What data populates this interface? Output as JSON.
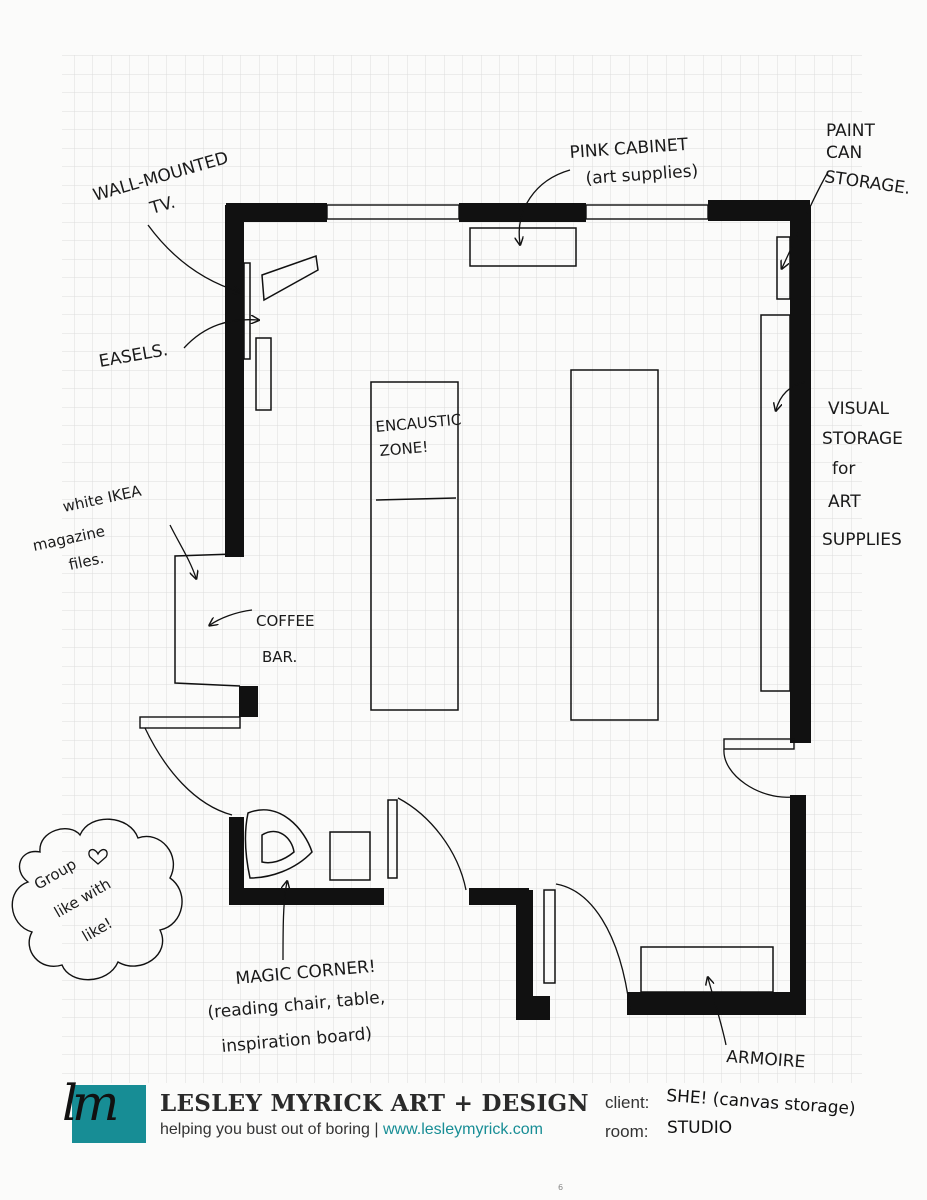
{
  "annotations": {
    "tv": [
      "WALL-MOUNTED",
      "TV."
    ],
    "cabinet": [
      "PINK CABINET",
      "(art supplies)"
    ],
    "paint": [
      "PAINT",
      "CAN",
      "STORAGE."
    ],
    "easels": "EASELS.",
    "encaustic": [
      "ENCAUSTIC",
      "ZONE!"
    ],
    "visual": [
      "VISUAL",
      "STORAGE",
      "for",
      "ART",
      "SUPPLIES"
    ],
    "ikea": [
      "white IKEA",
      "magazine",
      "files."
    ],
    "coffee": [
      "COFFEE",
      "BAR."
    ],
    "cloud": [
      "Group",
      "like with",
      "like!"
    ],
    "magic": [
      "MAGIC CORNER!",
      "(reading chair, table,",
      "inspiration board)"
    ],
    "armoire": "ARMOIRE"
  },
  "footer": {
    "logo": "lm",
    "firm": "LESLEY MYRICK ART + DESIGN",
    "tagline": "helping you bust out of boring |",
    "url": "www.lesleymyrick.com",
    "client_label": "client:",
    "client_value": "SHE! (canvas storage)",
    "room_label": "room:",
    "room_value": "STUDIO"
  },
  "page_mark": "6",
  "colors": {
    "ink": "#111111",
    "grid": "#dcdcdc",
    "paper": "#fbfbfa",
    "brand_teal": "#178d95"
  }
}
